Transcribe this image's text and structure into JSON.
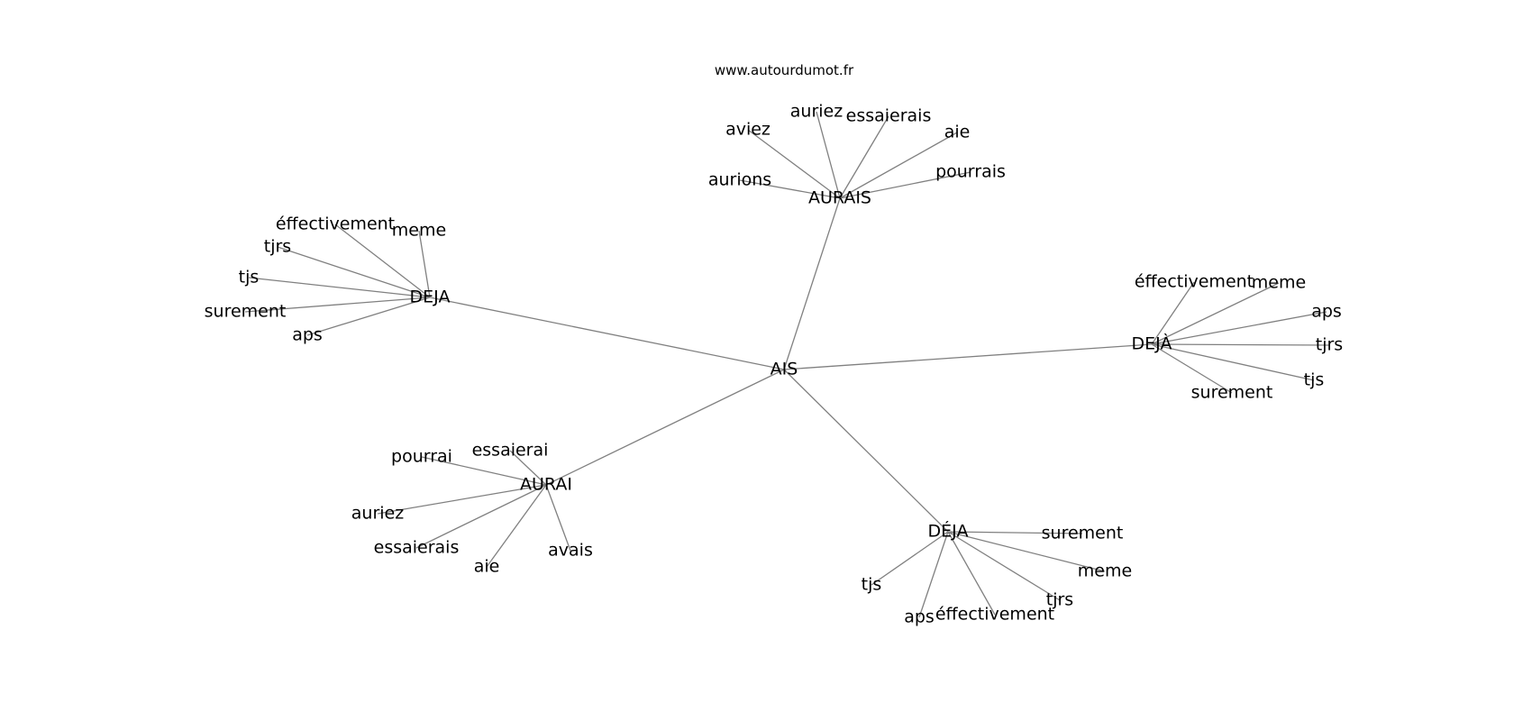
{
  "source": "www.autourdumot.fr",
  "center": "AIS",
  "groups": [
    {
      "label": "AURAIS",
      "words": [
        "aviez",
        "auriez",
        "essaierais",
        "aie",
        "aurions",
        "pourrais"
      ]
    },
    {
      "label": "DEJA",
      "words": [
        "éffectivement",
        "meme",
        "tjrs",
        "tjs",
        "surement",
        "aps"
      ]
    },
    {
      "label": "DEJÀ",
      "words": [
        "éffectivement",
        "meme",
        "aps",
        "tjrs",
        "tjs",
        "surement"
      ]
    },
    {
      "label": "AURAI",
      "words": [
        "pourrai",
        "essaierai",
        "auriez",
        "essaierais",
        "aie",
        "avais"
      ]
    },
    {
      "label": "DÉJA",
      "words": [
        "surement",
        "meme",
        "tjrs",
        "tjs",
        "aps",
        "éffectivement"
      ]
    }
  ]
}
